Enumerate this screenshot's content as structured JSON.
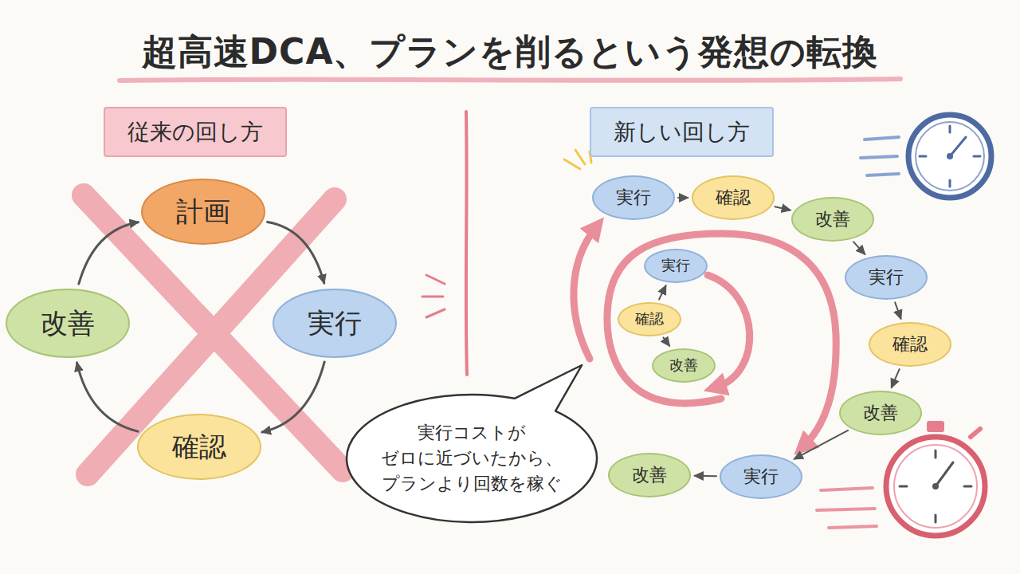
{
  "diagram": {
    "title": "超高速DCA、プランを削るという発想の転換",
    "nodes": [
      {
        "text": [
          "従来の回し方"
        ]
      },
      {
        "text": [
          "計画"
        ]
      },
      {
        "text": [
          "改善"
        ]
      },
      {
        "text": [
          "実行"
        ]
      },
      {
        "text": [
          "確認"
        ]
      },
      {
        "text": [
          "新しい回し方"
        ]
      },
      {
        "text": [
          "実行"
        ]
      },
      {
        "text": [
          "確認"
        ]
      },
      {
        "text": [
          "改善"
        ]
      },
      {
        "text": [
          "実行"
        ]
      },
      {
        "text": [
          "実行"
        ]
      },
      {
        "text": [
          "確認"
        ]
      },
      {
        "text": [
          "確認"
        ]
      },
      {
        "text": [
          "改善"
        ]
      },
      {
        "text": [
          "改善"
        ]
      },
      {
        "text": [
          "実行コストが ゼロに近づいたから、 プランより回数を稼ぐ"
        ]
      },
      {
        "text": [
          "改善"
        ]
      },
      {
        "text": [
          "実行"
        ]
      }
    ],
    "edges": [
      {
        "from": 1,
        "to": 3,
        "arrow": "to"
      },
      {
        "from": 3,
        "to": 4,
        "arrow": "to"
      },
      {
        "from": 4,
        "to": 2,
        "arrow": "to"
      },
      {
        "from": 2,
        "to": 1,
        "arrow": "to"
      },
      {
        "from": 6,
        "to": 7,
        "arrow": "to"
      },
      {
        "from": 7,
        "to": 8,
        "arrow": "to"
      },
      {
        "from": 8,
        "to": 10,
        "arrow": "to"
      },
      {
        "from": 10,
        "to": 12,
        "arrow": "to"
      },
      {
        "from": 12,
        "to": 14,
        "arrow": "to"
      },
      {
        "from": 14,
        "to": 17,
        "arrow": "to"
      },
      {
        "from": 17,
        "to": 16,
        "arrow": "to"
      },
      {
        "from": 11,
        "to": 9,
        "arrow": "to"
      },
      {
        "from": 11,
        "to": 13,
        "arrow": "to"
      }
    ]
  }
}
